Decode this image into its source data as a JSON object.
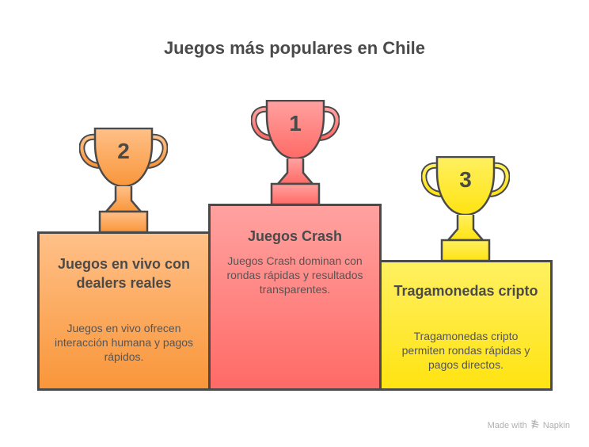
{
  "title": "Juegos más populares en Chile",
  "podiums": [
    {
      "rank": "2",
      "heading": "Juegos en vivo con dealers reales",
      "description": "Juegos en vivo ofrecen interacción humana y pagos rápidos.",
      "color_top": "#ffc088",
      "color_bottom": "#f9963a"
    },
    {
      "rank": "1",
      "heading": "Juegos Crash",
      "description": "Juegos Crash dominan con rondas rápidas y resultados transparentes.",
      "color_top": "#ffa2a0",
      "color_bottom": "#ff6a66"
    },
    {
      "rank": "3",
      "heading": "Tragamonedas cripto",
      "description": "Tragamonedas cripto permiten rondas rápidas y pagos directos.",
      "color_top": "#fff060",
      "color_bottom": "#ffe312"
    }
  ],
  "watermark": {
    "prefix": "Made with",
    "brand": "Napkin",
    "icon": "napkin-logo-icon"
  }
}
